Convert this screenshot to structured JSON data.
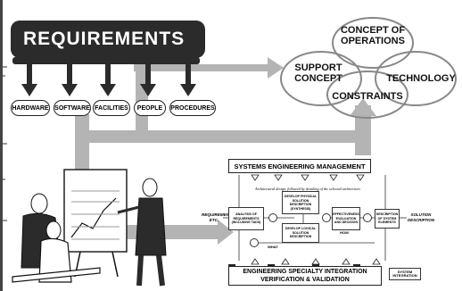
{
  "requirements_title": "REQUIREMENTS",
  "categories": [
    "HARDWARE",
    "SOFTWARE",
    "FACILITIES",
    "PEOPLE",
    "PROCEDURES"
  ],
  "venn": {
    "top": "CONCEPT OF OPERATIONS",
    "left": "SUPPORT CONCEPT",
    "right": "TECHNOLOGY",
    "bottom": "CONSTRAINTS"
  },
  "management_bar": "SYSTEMS ENGINEERING MANAGEMENT",
  "integration_bar": {
    "line1": "ENGINEERING SPECIALTY INTEGRATION",
    "line2": "VERIFICATION & VALIDATION"
  },
  "system_integration": "SYSTEM INTEGRATION",
  "process_note": "Architectural design, followed by detailing of the selected architecture.",
  "process": {
    "input_label": "REQUIREMENTS ETC.",
    "analysis": "ANALYSIS OF REQUIREMENTS (INCLUDING TADS)",
    "physical": "DEVELOP PHYSICAL SOLUTION DESCRIPTION (SYNTHESIS)",
    "logical": "DEVELOP LOGICAL SOLUTION DESCRIPTION",
    "effectiveness": "EFFECTIVENESS EVALUATION AND DECISION",
    "description": "DESCRIPTION OF SYSTEM ELEMENTS",
    "output_label": "SOLUTION DESCRIPTION",
    "what": "WHAT",
    "how": "HOW"
  },
  "colors": {
    "arrow_fill": "#b4b4b4",
    "dark_box": "#2b2b2b",
    "outline": "#222222"
  }
}
